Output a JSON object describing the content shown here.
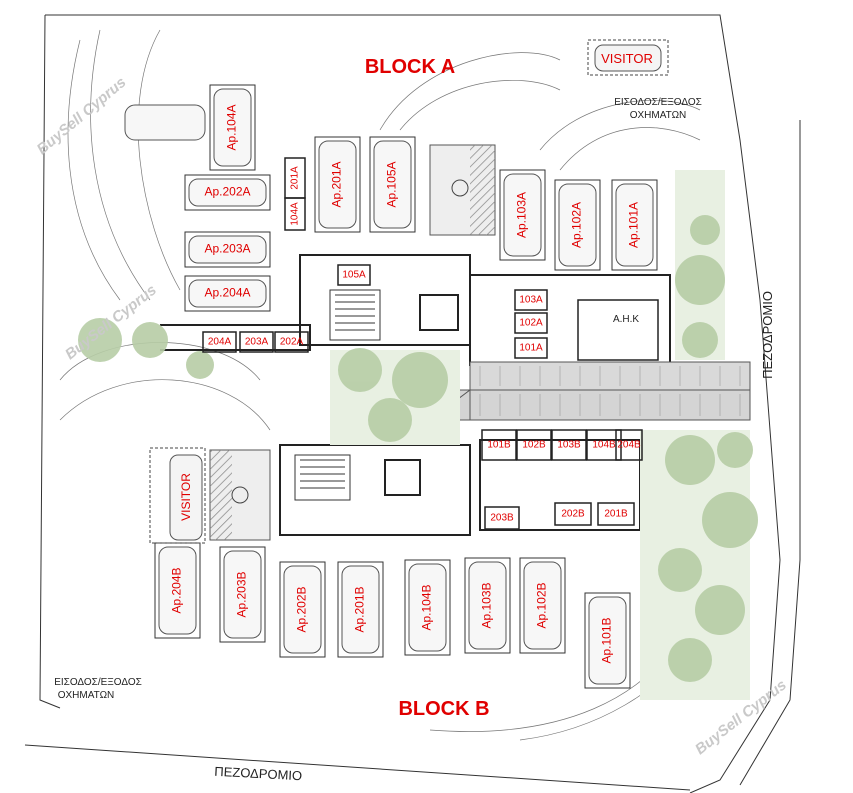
{
  "blocks": {
    "a": "BLOCK A",
    "b": "BLOCK B"
  },
  "visitor_labels": [
    "VISITOR",
    "VISITOR"
  ],
  "entrance_top": [
    "ΕΙΣΟΔΟΣ/ΕΞΟΔΟΣ",
    "ΟΧΗΜΑΤΩΝ"
  ],
  "entrance_bottom": [
    "ΕΙΣΟΔΟΣ/ΕΞΟΔΟΣ",
    "ΟΧΗΜΑΤΩΝ"
  ],
  "street": {
    "bottom": "ΠΕΖΟΔΡΟΜΙΟ",
    "right": "ΠΕΖΟΔΡΟΜΙΟ"
  },
  "ahk": "Α.Η.Κ",
  "watermarks": [
    "BuySell Cyprus",
    "BuySell Cyprus",
    "BuySell Cyprus"
  ],
  "parking_block_a": [
    "Ap.104A",
    "Ap.202A",
    "Ap.203A",
    "Ap.204A",
    "Ap.201A",
    "Ap.105A",
    "Ap.103A",
    "Ap.102A",
    "Ap.101A"
  ],
  "parking_block_b": [
    "Ap.204B",
    "Ap.203B",
    "Ap.202B",
    "Ap.201B",
    "Ap.104B",
    "Ap.103B",
    "Ap.102B",
    "Ap.101B"
  ],
  "storage_block_a": [
    "201A",
    "104A",
    "105A",
    "103A",
    "102A",
    "101A",
    "204A",
    "203A",
    "202A"
  ],
  "storage_block_b": [
    "101B",
    "102B",
    "103B",
    "104B",
    "204B",
    "203B",
    "202B",
    "201B"
  ]
}
